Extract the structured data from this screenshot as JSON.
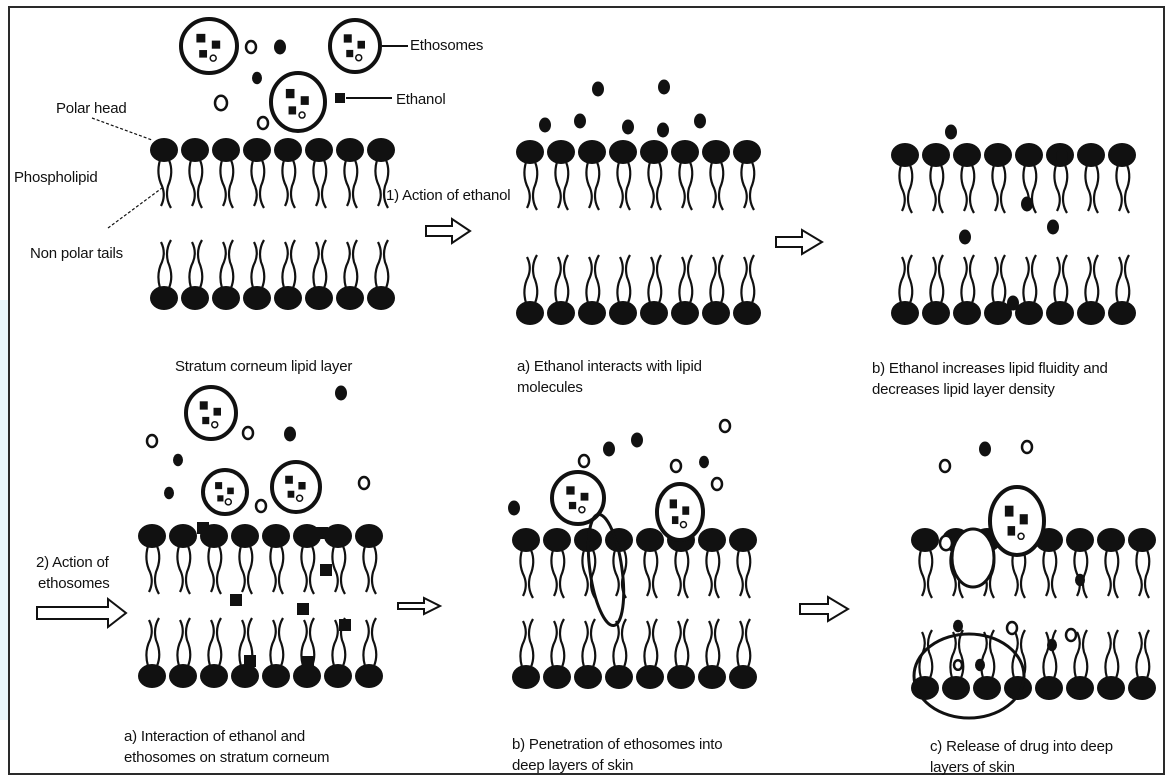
{
  "labels": {
    "ethosomes": "Ethosomes",
    "ethanol": "Ethanol",
    "polar_head": "Polar head",
    "phospholipid": "Phospholipid",
    "non_polar_tails": "Non polar tails",
    "action_of_ethanol": "1) Action of ethanol",
    "action_of_ethosomes_line1": "2) Action of",
    "action_of_ethosomes_line2": "ethosomes"
  },
  "captions": {
    "stratum": "Stratum corneum lipid layer",
    "top_a_line1": "a) Ethanol interacts with lipid",
    "top_a_line2": "molecules",
    "top_b_line1": "b) Ethanol increases lipid fluidity and",
    "top_b_line2": "decreases lipid layer density",
    "bottom_a_line1": "a) Interaction of ethanol and",
    "bottom_a_line2": "ethosomes on stratum corneum",
    "bottom_b_line1": "b) Penetration of ethosomes into",
    "bottom_b_line2": "deep layers of skin",
    "bottom_c_line1": "c) Release of drug into deep",
    "bottom_c_line2": "layers of skin"
  },
  "colors": {
    "ink": "#111111",
    "frame": "#2a2a2a",
    "edge_tint": "#e8f6fb"
  }
}
